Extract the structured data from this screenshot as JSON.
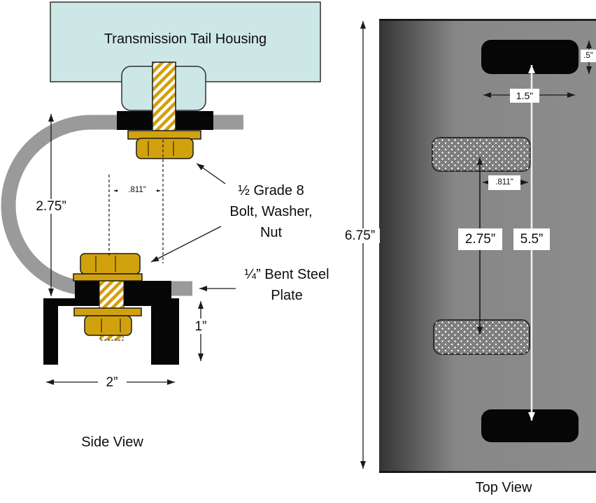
{
  "side_view": {
    "title": "Side View",
    "housing_label": "Transmission Tail Housing",
    "bolt_note": {
      "line1": "½ Grade 8",
      "line2": "Bolt, Washer,",
      "line3": "Nut"
    },
    "plate_note": {
      "line1": "¼” Bent Steel",
      "line2": "Plate"
    },
    "dimensions": {
      "plate_height": "2.75”",
      "bolt_offset": ".811\"",
      "bracket_height": "1”",
      "bracket_width": "2”"
    }
  },
  "top_view": {
    "title": "Top View",
    "dimensions": {
      "plate_length": "6.75”",
      "slot_width": ".5\"",
      "slot_length": "1.5\"",
      "hole_offset": ".811\"",
      "hole_spacing": "2.75”",
      "slot_spacing": "5.5”"
    }
  },
  "colors": {
    "gold": "#d2a10e",
    "hatch_gold": "#d49f0c",
    "light_blue": "#cde7e7",
    "steel_gray": "#9a9a9a",
    "part_black": "#060606",
    "plate_dark": "#343434",
    "plate_light": "#8c8c8c",
    "line_dark": "#1a1a1a",
    "white_line": "#f2f2f2"
  }
}
